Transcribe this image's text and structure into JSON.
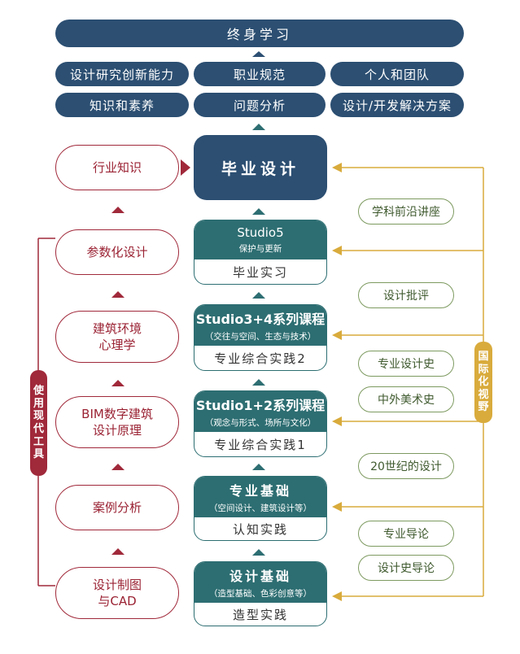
{
  "header": {
    "lifelong": "终身学习",
    "outcomes": [
      "设计研究创新能力",
      "职业规范",
      "个人和团队",
      "知识和素养",
      "问题分析",
      "设计/开发解决方案"
    ]
  },
  "center": {
    "graduation": "毕业设计",
    "studio5": {
      "title": "Studio5",
      "sub": "保护与更新",
      "bottom": "毕业实习"
    },
    "studio34": {
      "title": "Studio3+4系列课程",
      "sub": "（交往与空间、生态与技术）",
      "bottom": "专业综合实践2"
    },
    "studio12": {
      "title": "Studio1+2系列课程",
      "sub": "（观念与形式、场所与文化）",
      "bottom": "专业综合实践1"
    },
    "prof": {
      "title": "专业基础",
      "sub": "（空间设计、建筑设计等）",
      "bottom": "认知实践"
    },
    "design": {
      "title": "设计基础",
      "sub": "（造型基础、色彩创意等）",
      "bottom": "造型实践"
    }
  },
  "left": {
    "tools_label": "使用现代工具",
    "items": [
      {
        "l1": "行业知识",
        "l2": ""
      },
      {
        "l1": "参数化设计",
        "l2": ""
      },
      {
        "l1": "建筑环境",
        "l2": "心理学"
      },
      {
        "l1": "BIM数字建筑",
        "l2": "设计原理"
      },
      {
        "l1": "案例分析",
        "l2": ""
      },
      {
        "l1": "设计制图",
        "l2": "与CAD"
      }
    ]
  },
  "right": {
    "intl_label": "国际化视野",
    "items": [
      "学科前沿讲座",
      "设计批评",
      "专业设计史",
      "中外美术史",
      "20世纪的设计",
      "专业导论",
      "设计史导论"
    ]
  },
  "colors": {
    "navy": "#2c4f72",
    "teal": "#2d6e72",
    "red": "#a0293a",
    "green": "#7d9a60",
    "gold": "#d9ab3c"
  }
}
